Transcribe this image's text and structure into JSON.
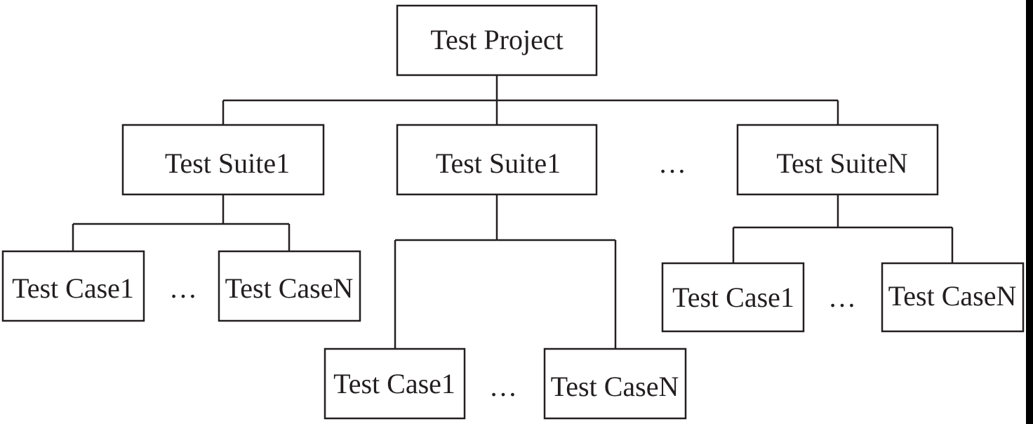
{
  "diagram": {
    "root": {
      "label": "Test Project"
    },
    "suites": [
      {
        "label": "Test Suite1",
        "cases": [
          {
            "label": "Test Case1"
          },
          {
            "label": "Test CaseN"
          }
        ],
        "cases_ellipsis": "…"
      },
      {
        "label": "Test Suite1",
        "cases": [
          {
            "label": "Test Case1"
          },
          {
            "label": "Test CaseN"
          }
        ],
        "cases_ellipsis": "…"
      },
      {
        "label": "Test SuiteN",
        "cases": [
          {
            "label": "Test Case1"
          },
          {
            "label": "Test CaseN"
          }
        ],
        "cases_ellipsis": "…"
      }
    ],
    "suites_ellipsis": "…"
  },
  "colors": {
    "line": "#231f20",
    "box_fill": "#ffffff",
    "edge_bar": "#000000"
  }
}
